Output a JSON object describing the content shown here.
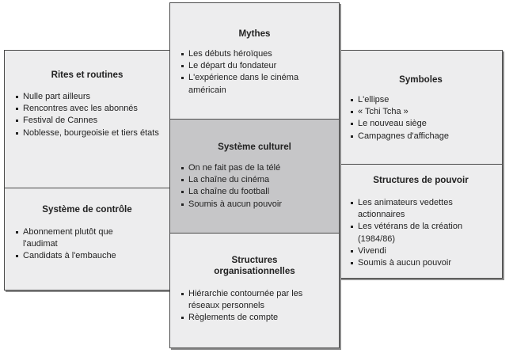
{
  "boxes": {
    "mythes": {
      "title": "Mythes",
      "items": [
        "Les débuts héroïques",
        "Le départ du fondateur",
        "L'expérience dans le cinéma américain"
      ]
    },
    "rites": {
      "title": "Rites et routines",
      "items": [
        "Nulle part ailleurs",
        "Rencontres avec les abonnés",
        "Festival de Cannes",
        "Noblesse, bourgeoisie et tiers états"
      ]
    },
    "symboles": {
      "title": "Symboles",
      "items": [
        "L'ellipse",
        "« Tchi Tcha »",
        "Le nouveau siège",
        "Campagnes d'affichage"
      ]
    },
    "systeme": {
      "title": "Système culturel",
      "items": [
        "On ne fait pas de la télé",
        "La chaîne du cinéma",
        "La chaîne du football",
        "Soumis à aucun pouvoir"
      ]
    },
    "controle": {
      "title": "Système de contrôle",
      "items": [
        "Abonnement plutôt que l'audimat",
        "Candidats à l'embauche"
      ]
    },
    "pouvoir": {
      "title": "Structures de pouvoir",
      "items": [
        "Les animateurs vedettes actionnaires",
        "Les vétérans de la création (1984/86)",
        "Vivendi",
        "Soumis à aucun pouvoir"
      ]
    },
    "orga": {
      "title": "Structures organisationnelles",
      "items": [
        "Hiérarchie contournée par les réseaux personnels",
        "Règlements de compte"
      ]
    }
  },
  "colors": {
    "box": "#ededee",
    "center": "#c6c6c8",
    "border": "#4a4a4a"
  }
}
